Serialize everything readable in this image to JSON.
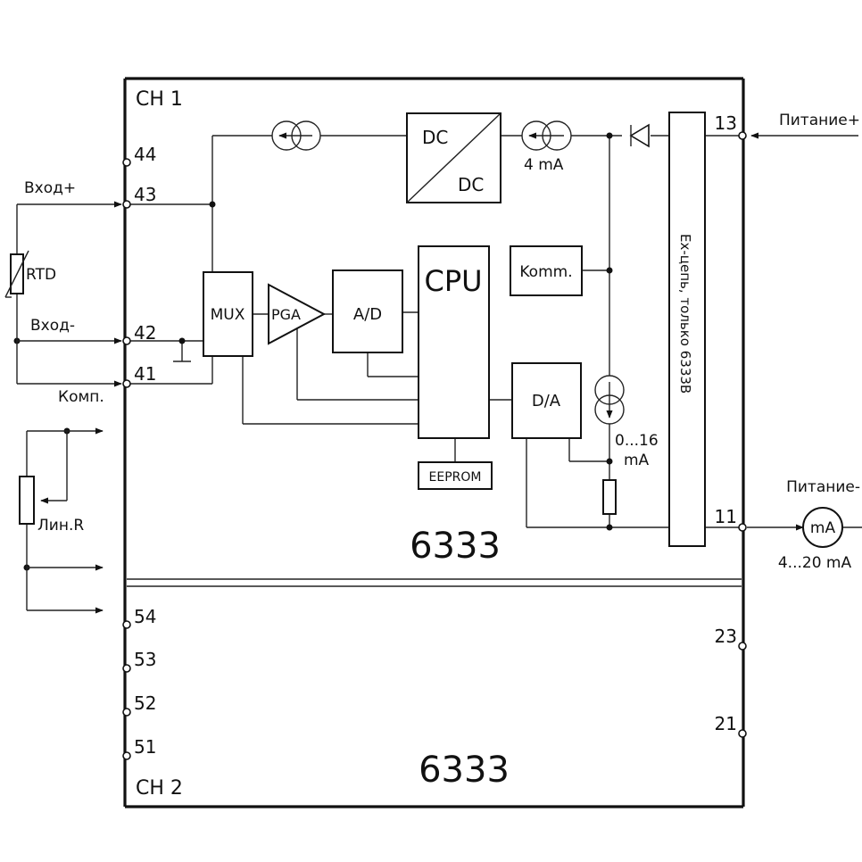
{
  "channels": {
    "ch1": "CH 1",
    "ch2": "CH 2"
  },
  "model_top": "6333",
  "model_bottom": "6333",
  "blocks": {
    "cpu": "CPU",
    "dc_in": "DC",
    "dc_out": "DC",
    "mux": "MUX",
    "pga": "PGA",
    "ad": "A/D",
    "da": "D/A",
    "komm": "Komm.",
    "eeprom": "EEPROM",
    "ex_bar": "Ex-цепь, только 6333B"
  },
  "labels": {
    "input_plus": "Вход+",
    "input_minus": "Вход-",
    "comp": "Комп.",
    "rtd": "RTD",
    "lin_r": "Лин.R",
    "supply_plus": "Питание+",
    "supply_minus": "Питание-",
    "ma": "mA",
    "ma_range": "4...20 mA",
    "src_4ma": "4  mA",
    "src_range": "0...16",
    "src_range_unit": "mA"
  },
  "terminals": {
    "t44": "44",
    "t43": "43",
    "t42": "42",
    "t41": "41",
    "t54": "54",
    "t53": "53",
    "t52": "52",
    "t51": "51",
    "t13": "13",
    "t11": "11",
    "t23": "23",
    "t21": "21"
  }
}
